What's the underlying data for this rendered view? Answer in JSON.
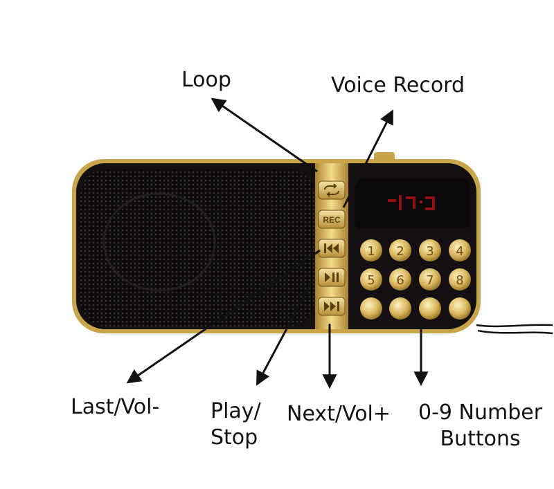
{
  "labels": {
    "loop": "Loop",
    "voice_record": "Voice Record",
    "last_vol": "Last/Vol-",
    "play_stop_line1": "Play/",
    "play_stop_line2": "Stop",
    "next_vol": "Next/Vol+",
    "number_line1": "0-9 Number",
    "number_line2": "Buttons"
  },
  "buttons": {
    "rec": "REC",
    "keypad": [
      "1",
      "2",
      "3",
      "4",
      "5",
      "6",
      "7",
      "8"
    ]
  },
  "colors": {
    "gold": "#c9a448",
    "gold_light": "#f1d98c",
    "body_dark": "#141011",
    "display_red": "#c01212"
  },
  "icons": {
    "loop": "loop-icon",
    "prev": "skip-back-icon",
    "play": "play-pause-icon",
    "next": "skip-forward-icon"
  }
}
